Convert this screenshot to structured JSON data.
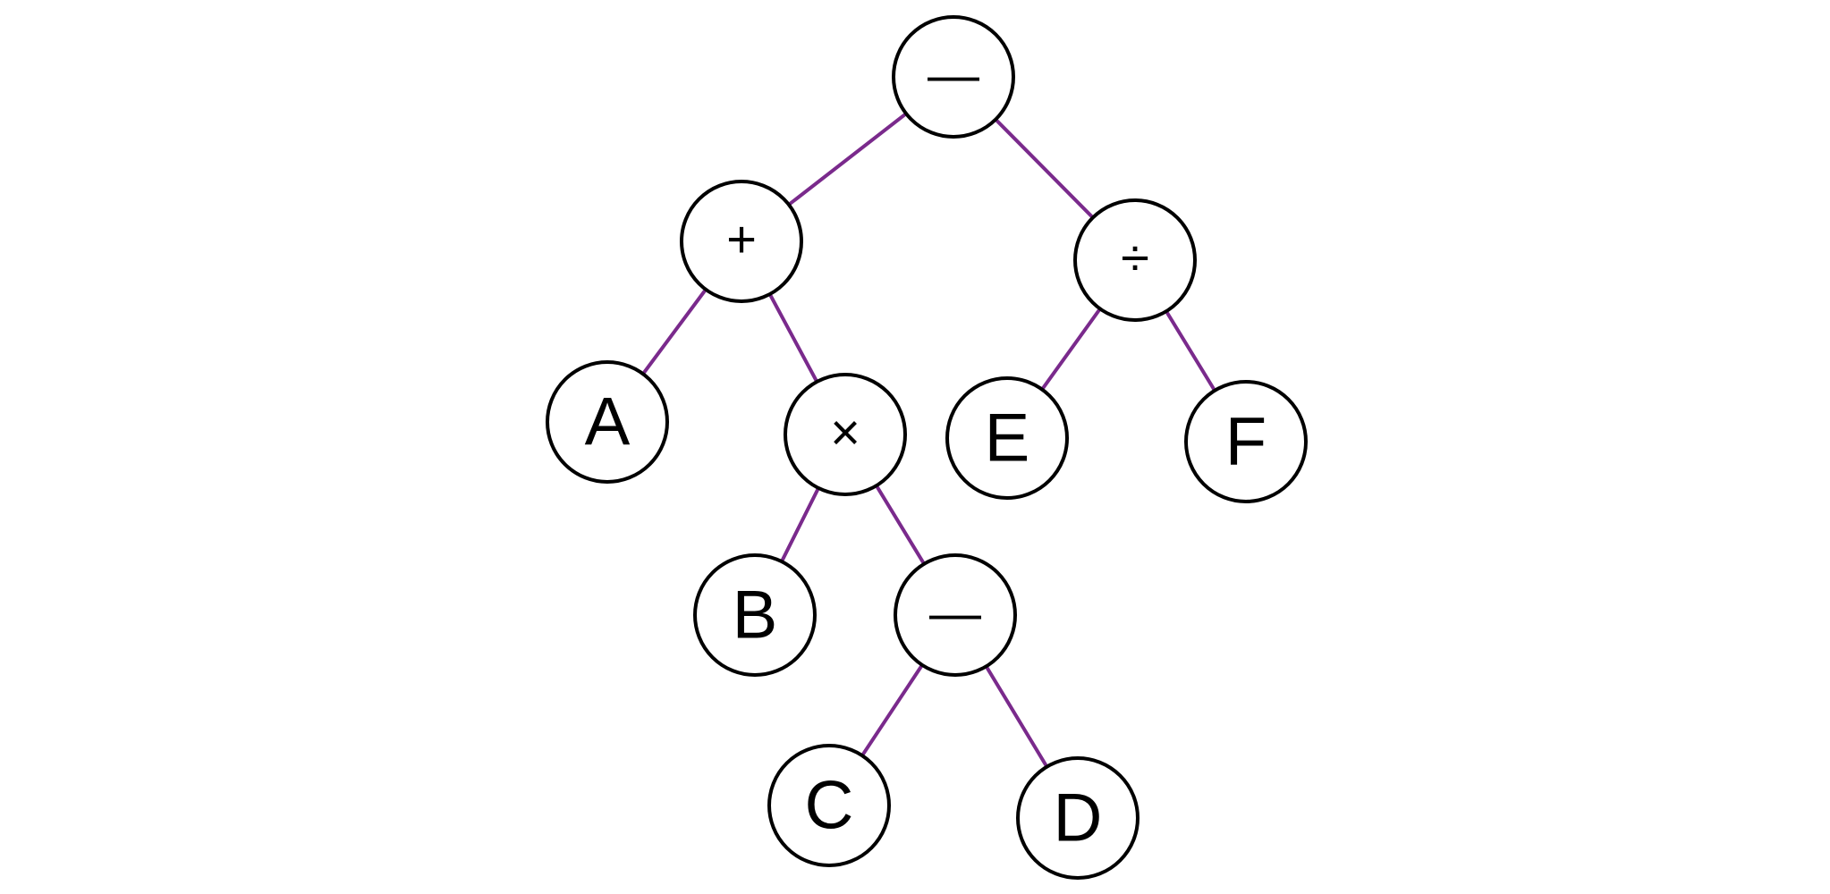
{
  "diagram": {
    "edge_color": "#7a2a8c",
    "node_stroke_color": "#000000",
    "nodes": [
      {
        "id": "minus-root",
        "label": "—",
        "kind": "operator"
      },
      {
        "id": "plus",
        "label": "+",
        "kind": "operator"
      },
      {
        "id": "divide",
        "label": "÷",
        "kind": "operator"
      },
      {
        "id": "A",
        "label": "A",
        "kind": "operand"
      },
      {
        "id": "times",
        "label": "×",
        "kind": "operator"
      },
      {
        "id": "E",
        "label": "E",
        "kind": "operand"
      },
      {
        "id": "F",
        "label": "F",
        "kind": "operand"
      },
      {
        "id": "B",
        "label": "B",
        "kind": "operand"
      },
      {
        "id": "minus-inner",
        "label": "—",
        "kind": "operator"
      },
      {
        "id": "C",
        "label": "C",
        "kind": "operand"
      },
      {
        "id": "D",
        "label": "D",
        "kind": "operand"
      }
    ],
    "edges": [
      {
        "from": "minus-root",
        "to": "plus"
      },
      {
        "from": "minus-root",
        "to": "divide"
      },
      {
        "from": "plus",
        "to": "A"
      },
      {
        "from": "plus",
        "to": "times"
      },
      {
        "from": "divide",
        "to": "E"
      },
      {
        "from": "divide",
        "to": "F"
      },
      {
        "from": "times",
        "to": "B"
      },
      {
        "from": "times",
        "to": "minus-inner"
      },
      {
        "from": "minus-inner",
        "to": "C"
      },
      {
        "from": "minus-inner",
        "to": "D"
      }
    ]
  }
}
